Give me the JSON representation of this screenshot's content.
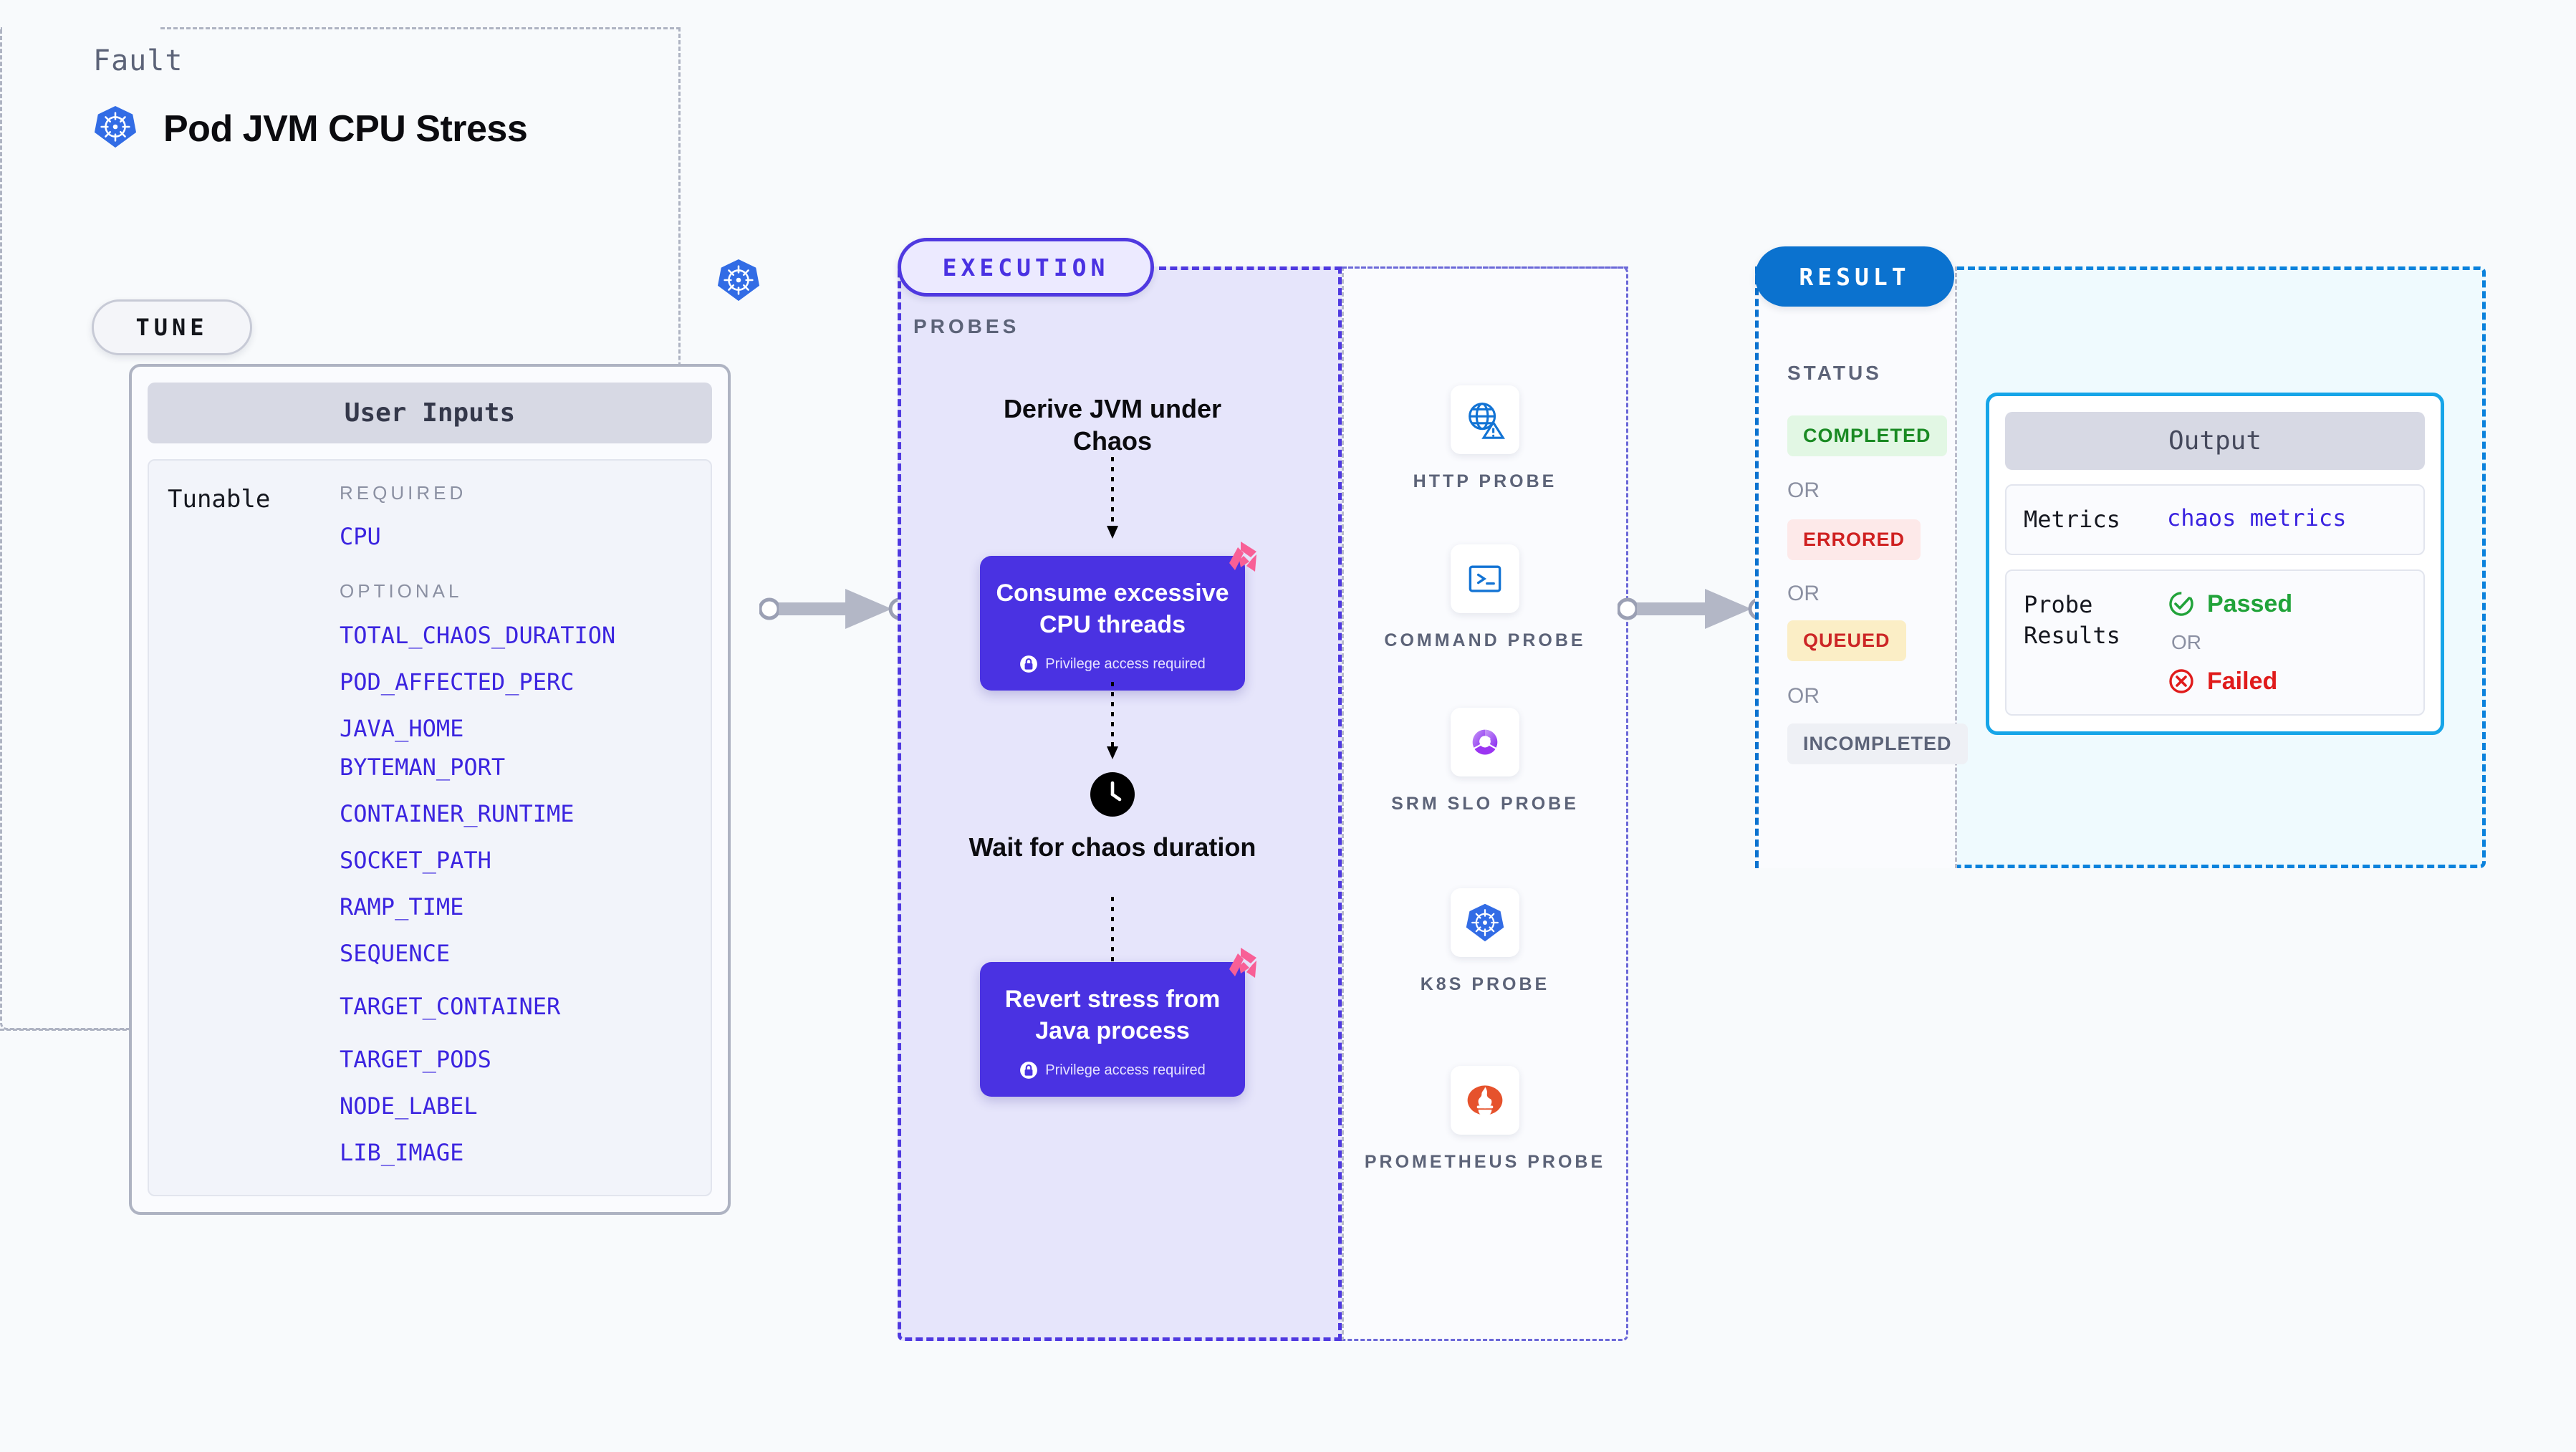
{
  "header": {
    "kicker": "Fault",
    "title": "Pod JVM CPU Stress",
    "icon": "kubernetes-icon"
  },
  "tune": {
    "badge": "TUNE",
    "card_title": "User Inputs",
    "tunable_label": "Tunable",
    "required_label": "REQUIRED",
    "optional_label": "OPTIONAL",
    "required_params": [
      "CPU"
    ],
    "optional_params": [
      "TOTAL_CHAOS_DURATION",
      "POD_AFFECTED_PERC",
      "JAVA_HOME",
      "BYTEMAN_PORT",
      "CONTAINER_RUNTIME",
      "SOCKET_PATH",
      "RAMP_TIME",
      "SEQUENCE",
      "TARGET_CONTAINER",
      "TARGET_PODS",
      "NODE_LABEL",
      "LIB_IMAGE"
    ]
  },
  "execution": {
    "badge": "EXECUTION",
    "steps": [
      {
        "type": "label",
        "text": "Derive JVM under Chaos"
      },
      {
        "type": "card",
        "title": "Consume excessive CPU threads",
        "note": "Privilege access required",
        "fault_badge": true
      },
      {
        "type": "label",
        "text": "Wait for chaos duration",
        "icon": "clock-icon"
      },
      {
        "type": "card",
        "title": "Revert stress from Java process",
        "note": "Privilege access required",
        "fault_badge": true
      }
    ]
  },
  "probes": {
    "label": "PROBES",
    "items": [
      {
        "name": "HTTP PROBE",
        "icon": "globe-warning-icon"
      },
      {
        "name": "COMMAND PROBE",
        "icon": "terminal-icon"
      },
      {
        "name": "SRM SLO PROBE",
        "icon": "slo-gauge-icon"
      },
      {
        "name": "K8S PROBE",
        "icon": "kubernetes-icon"
      },
      {
        "name": "PROMETHEUS PROBE",
        "icon": "prometheus-icon"
      }
    ]
  },
  "result": {
    "badge": "RESULT",
    "status_label": "STATUS",
    "or_text": "OR",
    "statuses": [
      {
        "label": "COMPLETED",
        "color": "#1a8a23",
        "bg": "#e2f7e4"
      },
      {
        "label": "ERRORED",
        "color": "#cf2020",
        "bg": "#fde9e9"
      },
      {
        "label": "QUEUED",
        "color": "#cc2626",
        "bg": "#fbeec6"
      },
      {
        "label": "INCOMPLETED",
        "color": "#5c6378",
        "bg": "#eef0f5"
      }
    ],
    "output": {
      "title": "Output",
      "metrics_label": "Metrics",
      "metrics_value": "chaos metrics",
      "probe_results_label": "Probe Results",
      "passed": "Passed",
      "failed": "Failed",
      "or_text": "OR"
    }
  },
  "colors": {
    "accent_purple": "#4a32e2",
    "accent_blue": "#0b72cf",
    "accent_cyan": "#16a5e8",
    "fault_pink": "#f85f96",
    "param_link": "#3b24e0",
    "page_bg": "#f8fafc"
  }
}
